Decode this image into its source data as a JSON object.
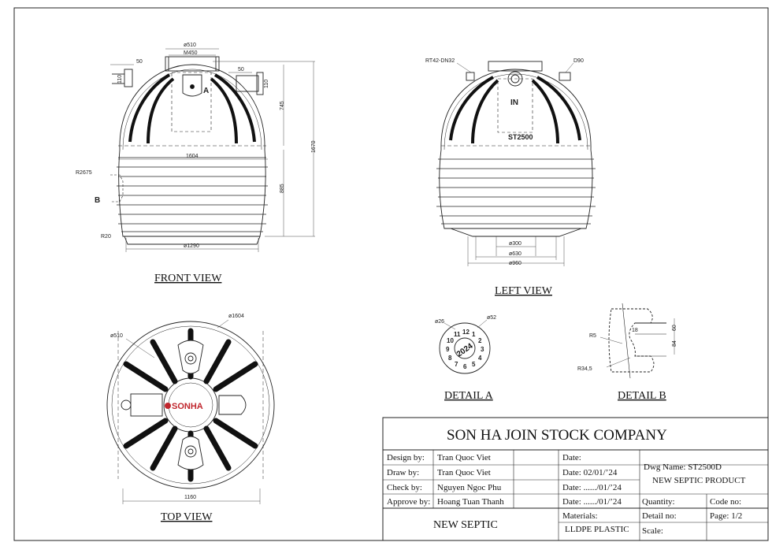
{
  "front_view": {
    "title": "FRONT VIEW",
    "dims": {
      "d510": "ø510",
      "m450": "M450",
      "w50a": "50",
      "w50b": "50",
      "h110a": "110",
      "h110b": "110",
      "h745": "745",
      "h1670": "1670",
      "h885": "885",
      "d1604": "1604",
      "r2675": "R2675",
      "r20": "R20",
      "d1290": "ø1290",
      "markA": "A",
      "markB": "B"
    }
  },
  "left_view": {
    "title": "LEFT VIEW",
    "dims": {
      "rt42": "RT42-DN32",
      "d90": "D90",
      "inlet": "IN",
      "model": "ST2500",
      "d300": "ø300",
      "d630": "ø630",
      "d960": "ø960"
    }
  },
  "top_view": {
    "title": "TOP VIEW",
    "brand": "SONHA",
    "dims": {
      "d510": "ø510",
      "d1604": "ø1604",
      "w1160": "1160"
    }
  },
  "detail_a": {
    "title": "DETAIL A",
    "dims": {
      "d26": "ø26",
      "d52": "ø52",
      "year": "2024"
    },
    "clock": [
      "12",
      "1",
      "2",
      "3",
      "4",
      "5",
      "6",
      "7",
      "8",
      "9",
      "10",
      "11"
    ]
  },
  "detail_b": {
    "title": "DETAIL B",
    "dims": {
      "r5": "R5",
      "r345": "R34,5",
      "v18": "18",
      "v60": "60",
      "v84": "84"
    }
  },
  "title_block": {
    "company": "SON HA JOIN STOCK COMPANY",
    "rows": [
      {
        "role": "Design by:",
        "name": "Tran Quoc Viet",
        "date": "Date:"
      },
      {
        "role": "Draw by:",
        "name": "Tran Quoc Viet",
        "date": "Date:    02/01/’24"
      },
      {
        "role": "Check by:",
        "name": "Nguyen Ngoc Phu",
        "date": "Date: ....../01/’24"
      },
      {
        "role": "Approve by:",
        "name": "Hoang Tuan Thanh",
        "date": "Date: ....../01/’24"
      }
    ],
    "dwg_name": "Dwg Name: ST2500D",
    "product": "NEW SEPTIC PRODUCT",
    "quantity": "Quantity:",
    "code_no": "Code no:",
    "detail_no": "Detail no:",
    "page": "Page: 1/2",
    "scale": "Scale:",
    "materials_label": "Materials:",
    "materials": "LLDPE PLASTIC",
    "project": "NEW SEPTIC"
  }
}
